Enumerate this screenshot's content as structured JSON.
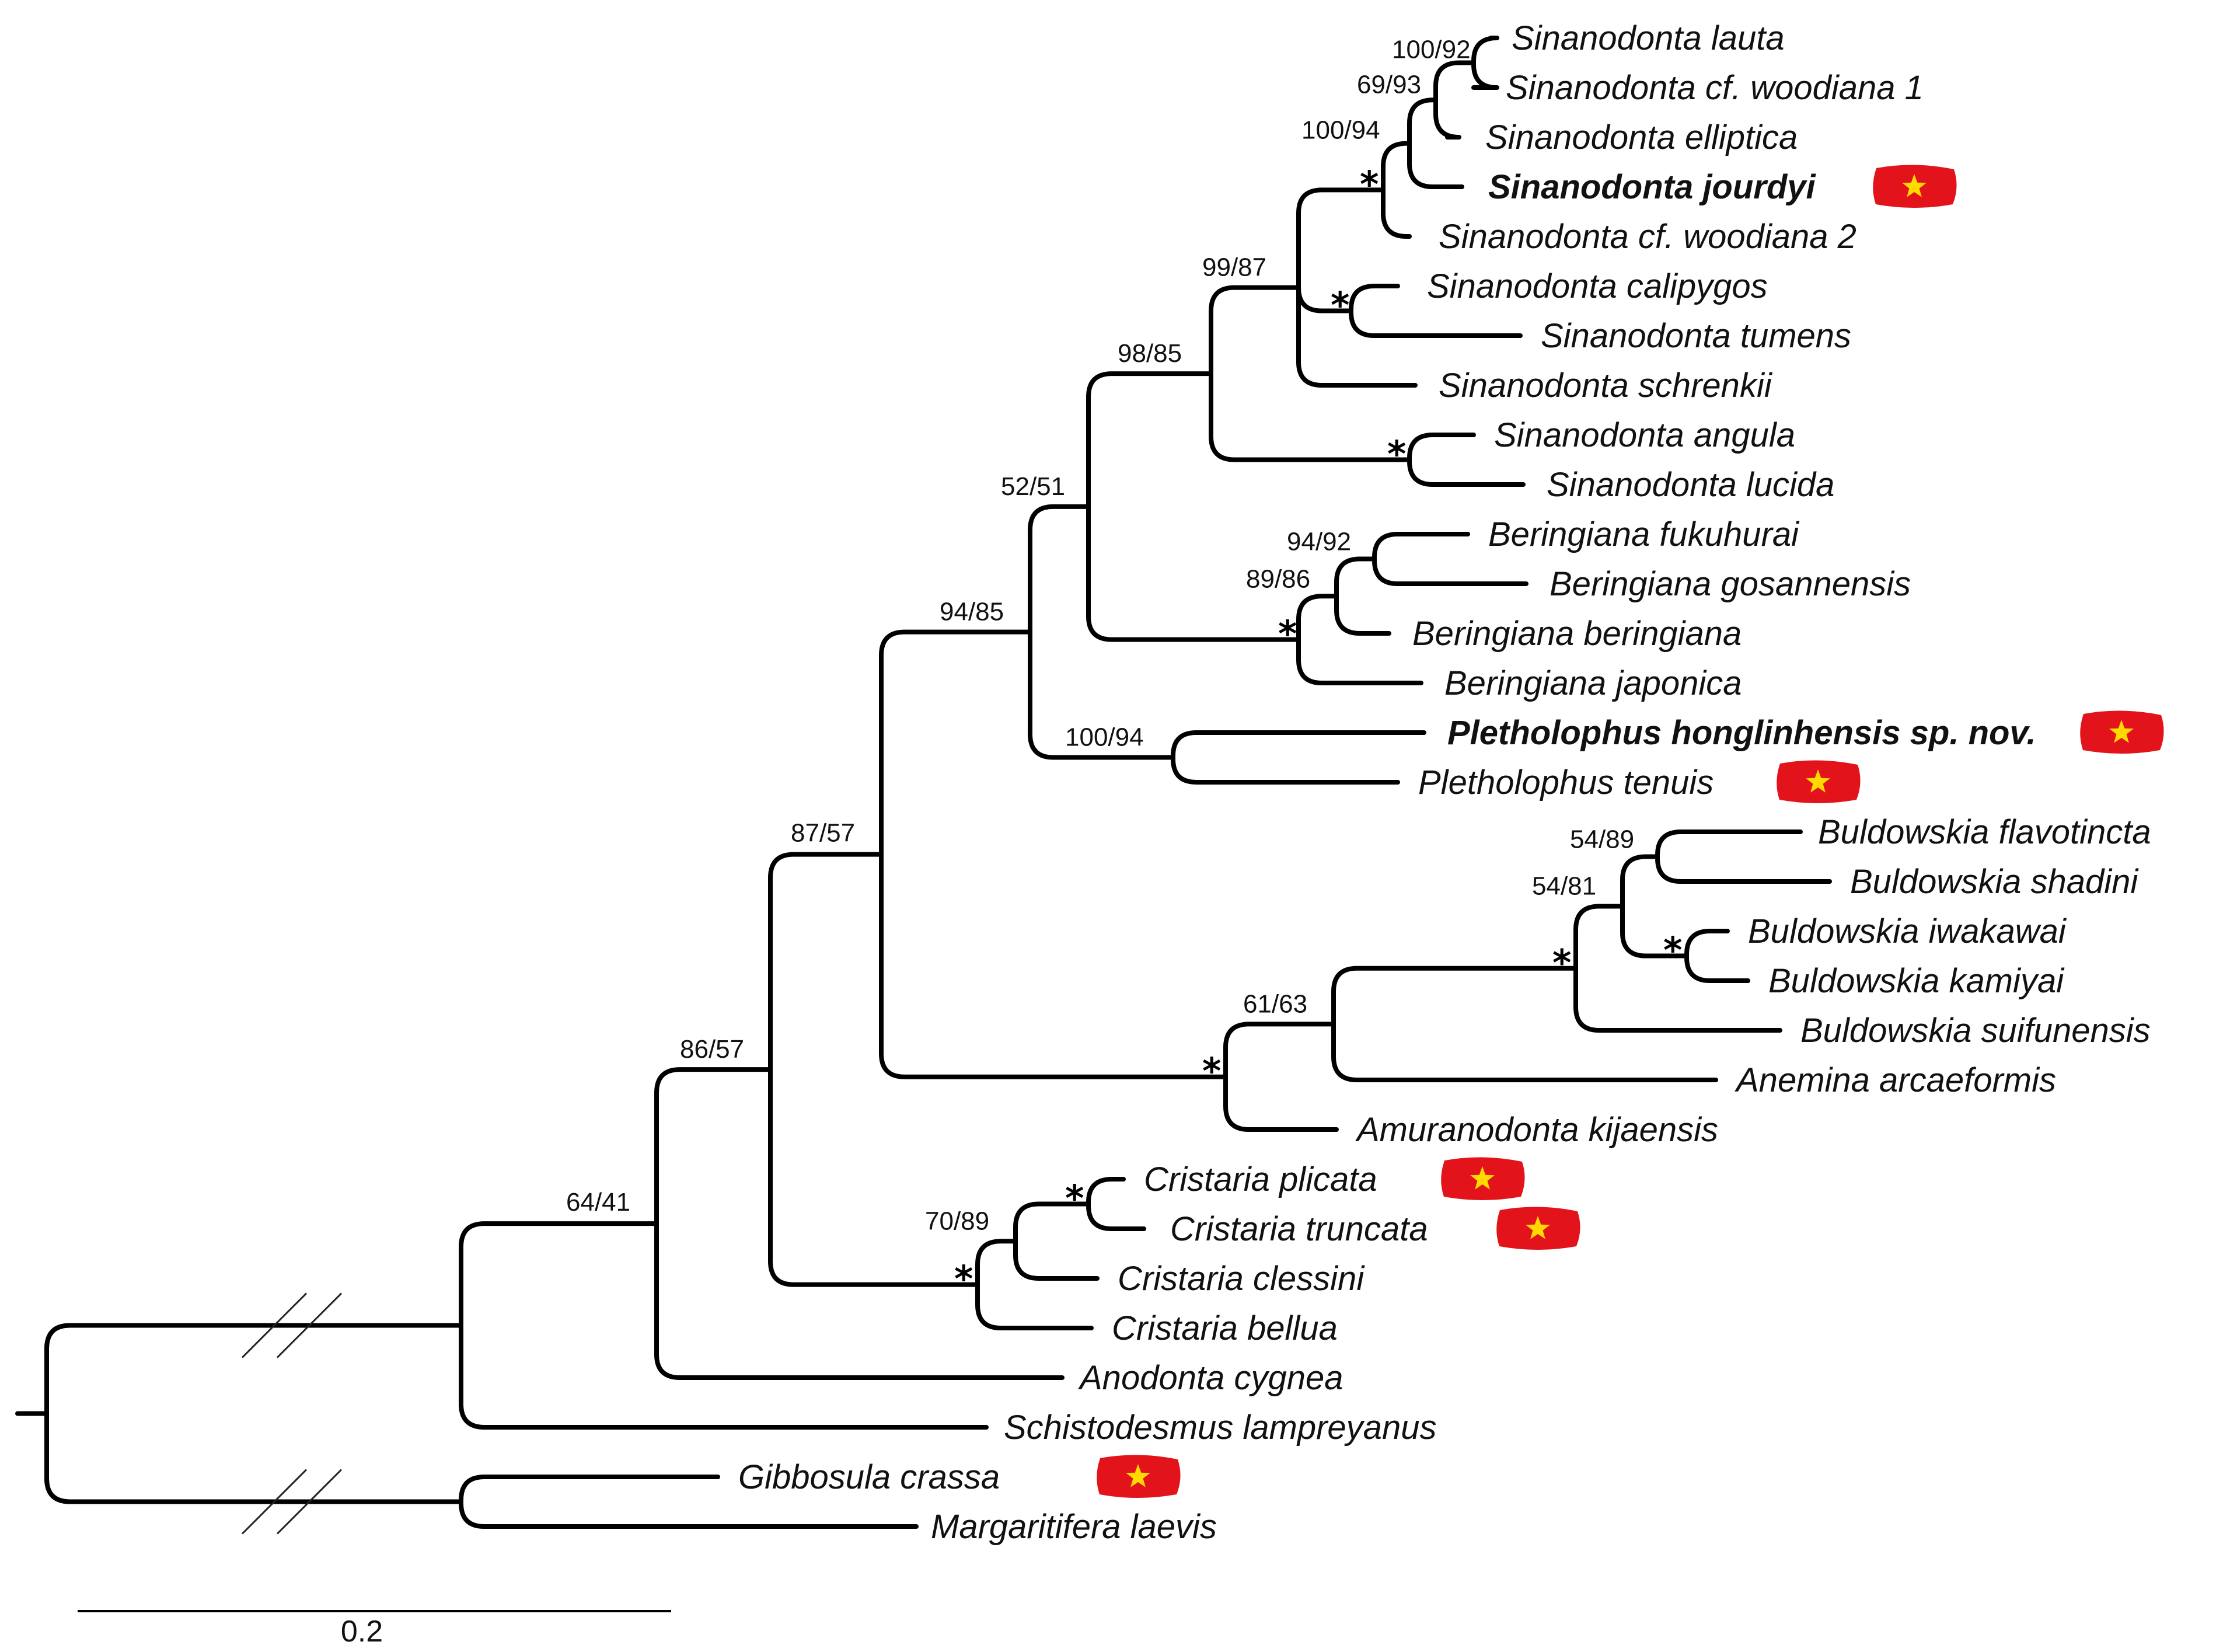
{
  "taxa": {
    "sin_lauta": "Sinanodonta lauta",
    "sin_woodiana1": "Sinanodonta cf. woodiana 1",
    "sin_elliptica": "Sinanodonta elliptica",
    "sin_jourdyi": "Sinanodonta jourdyi",
    "sin_woodiana2": "Sinanodonta cf. woodiana 2",
    "sin_calipygos": "Sinanodonta calipygos",
    "sin_tumens": "Sinanodonta tumens",
    "sin_schrenkii": "Sinanodonta schrenkii",
    "sin_angula": "Sinanodonta angula",
    "sin_lucida": "Sinanodonta lucida",
    "ber_fukuhurai": "Beringiana fukuhurai",
    "ber_gosannensis": "Beringiana gosannensis",
    "ber_beringiana": "Beringiana beringiana",
    "ber_japonica": "Beringiana japonica",
    "ple_honglinhensis": "Pletholophus honglinhensis sp. nov.",
    "ple_tenuis": "Pletholophus tenuis",
    "bul_flavotincta": "Buldowskia flavotincta",
    "bul_shadini": "Buldowskia shadini",
    "bul_iwakawai": "Buldowskia iwakawai",
    "bul_kamiyai": "Buldowskia kamiyai",
    "bul_suifunensis": "Buldowskia suifunensis",
    "ane_arcaeformis": "Anemina arcaeformis",
    "amu_kijaensis": "Amuranodonta kijaensis",
    "cri_plicata": "Cristaria plicata",
    "cri_truncata": "Cristaria truncata",
    "cri_clessini": "Cristaria clessini",
    "cri_bellua": "Cristaria bellua",
    "ano_cygnea": "Anodonta cygnea",
    "sch_lampreyanus": "Schistodesmus lampreyanus",
    "gib_crassa": "Gibbosula crassa",
    "mar_laevis": "Margaritifera laevis"
  },
  "support": {
    "lauta_woodiana1": "100/92",
    "plus_elliptica": "69/93",
    "plus_jourdyi": "100/94",
    "sinanodonta_core": "99/87",
    "sinanodonta_all": "98/85",
    "sin_ber": "52/51",
    "with_pletholophus": "94/85",
    "pletholophus": "100/94",
    "with_buldowskia_group": "87/57",
    "with_cristaria": "86/57",
    "with_anodonta": "64/41",
    "fukuhurai_gosannensis": "94/92",
    "plus_beringiana": "89/86",
    "flavotincta_shadini": "54/89",
    "buldowskia_core": "54/81",
    "amuranodonta_group": "61/63",
    "cristaria_core": "70/89"
  },
  "full_support_mark": "*",
  "scale_bar": {
    "label": "0.2"
  },
  "flag": {
    "field": "#e3131b",
    "star": "#ffd900",
    "icon": "vietnam-flag-icon"
  }
}
